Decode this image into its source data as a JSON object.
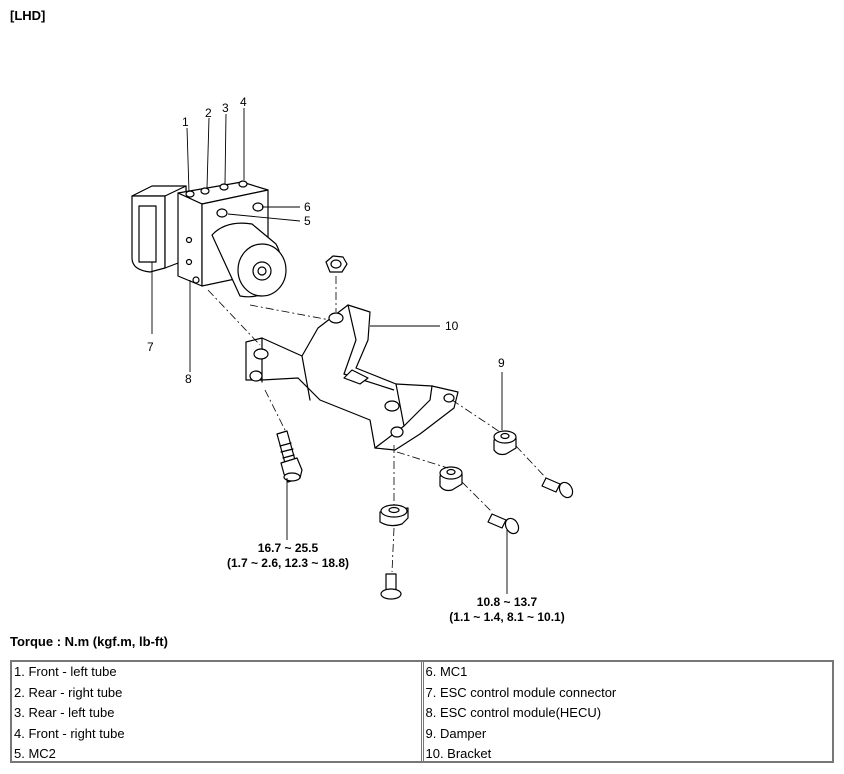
{
  "section_label": "[LHD]",
  "callouts": {
    "c1": "1",
    "c2": "2",
    "c3": "3",
    "c4": "4",
    "c5": "5",
    "c6": "6",
    "c7": "7",
    "c8": "8",
    "c9": "9",
    "c10": "10"
  },
  "torque_specs": {
    "bracket_bolt": {
      "line1": "16.7 ~ 25.5",
      "line2": "(1.7 ~ 2.6, 12.3 ~ 18.8)"
    },
    "damper_bolt": {
      "line1": "10.8 ~ 13.7",
      "line2": "(1.1 ~ 1.4, 8.1 ~ 10.1)"
    }
  },
  "torque_heading": "Torque : N.m (kgf.m, lb-ft)",
  "legend": {
    "left": [
      "1. Front - left tube",
      "2. Rear - right tube",
      "3. Rear - left tube",
      "4. Front - right tube",
      "5. MC2"
    ],
    "right": [
      "6. MC1",
      "7. ESC control module connector",
      "8. ESC control module(HECU)",
      "9. Damper",
      "10. Bracket"
    ]
  }
}
